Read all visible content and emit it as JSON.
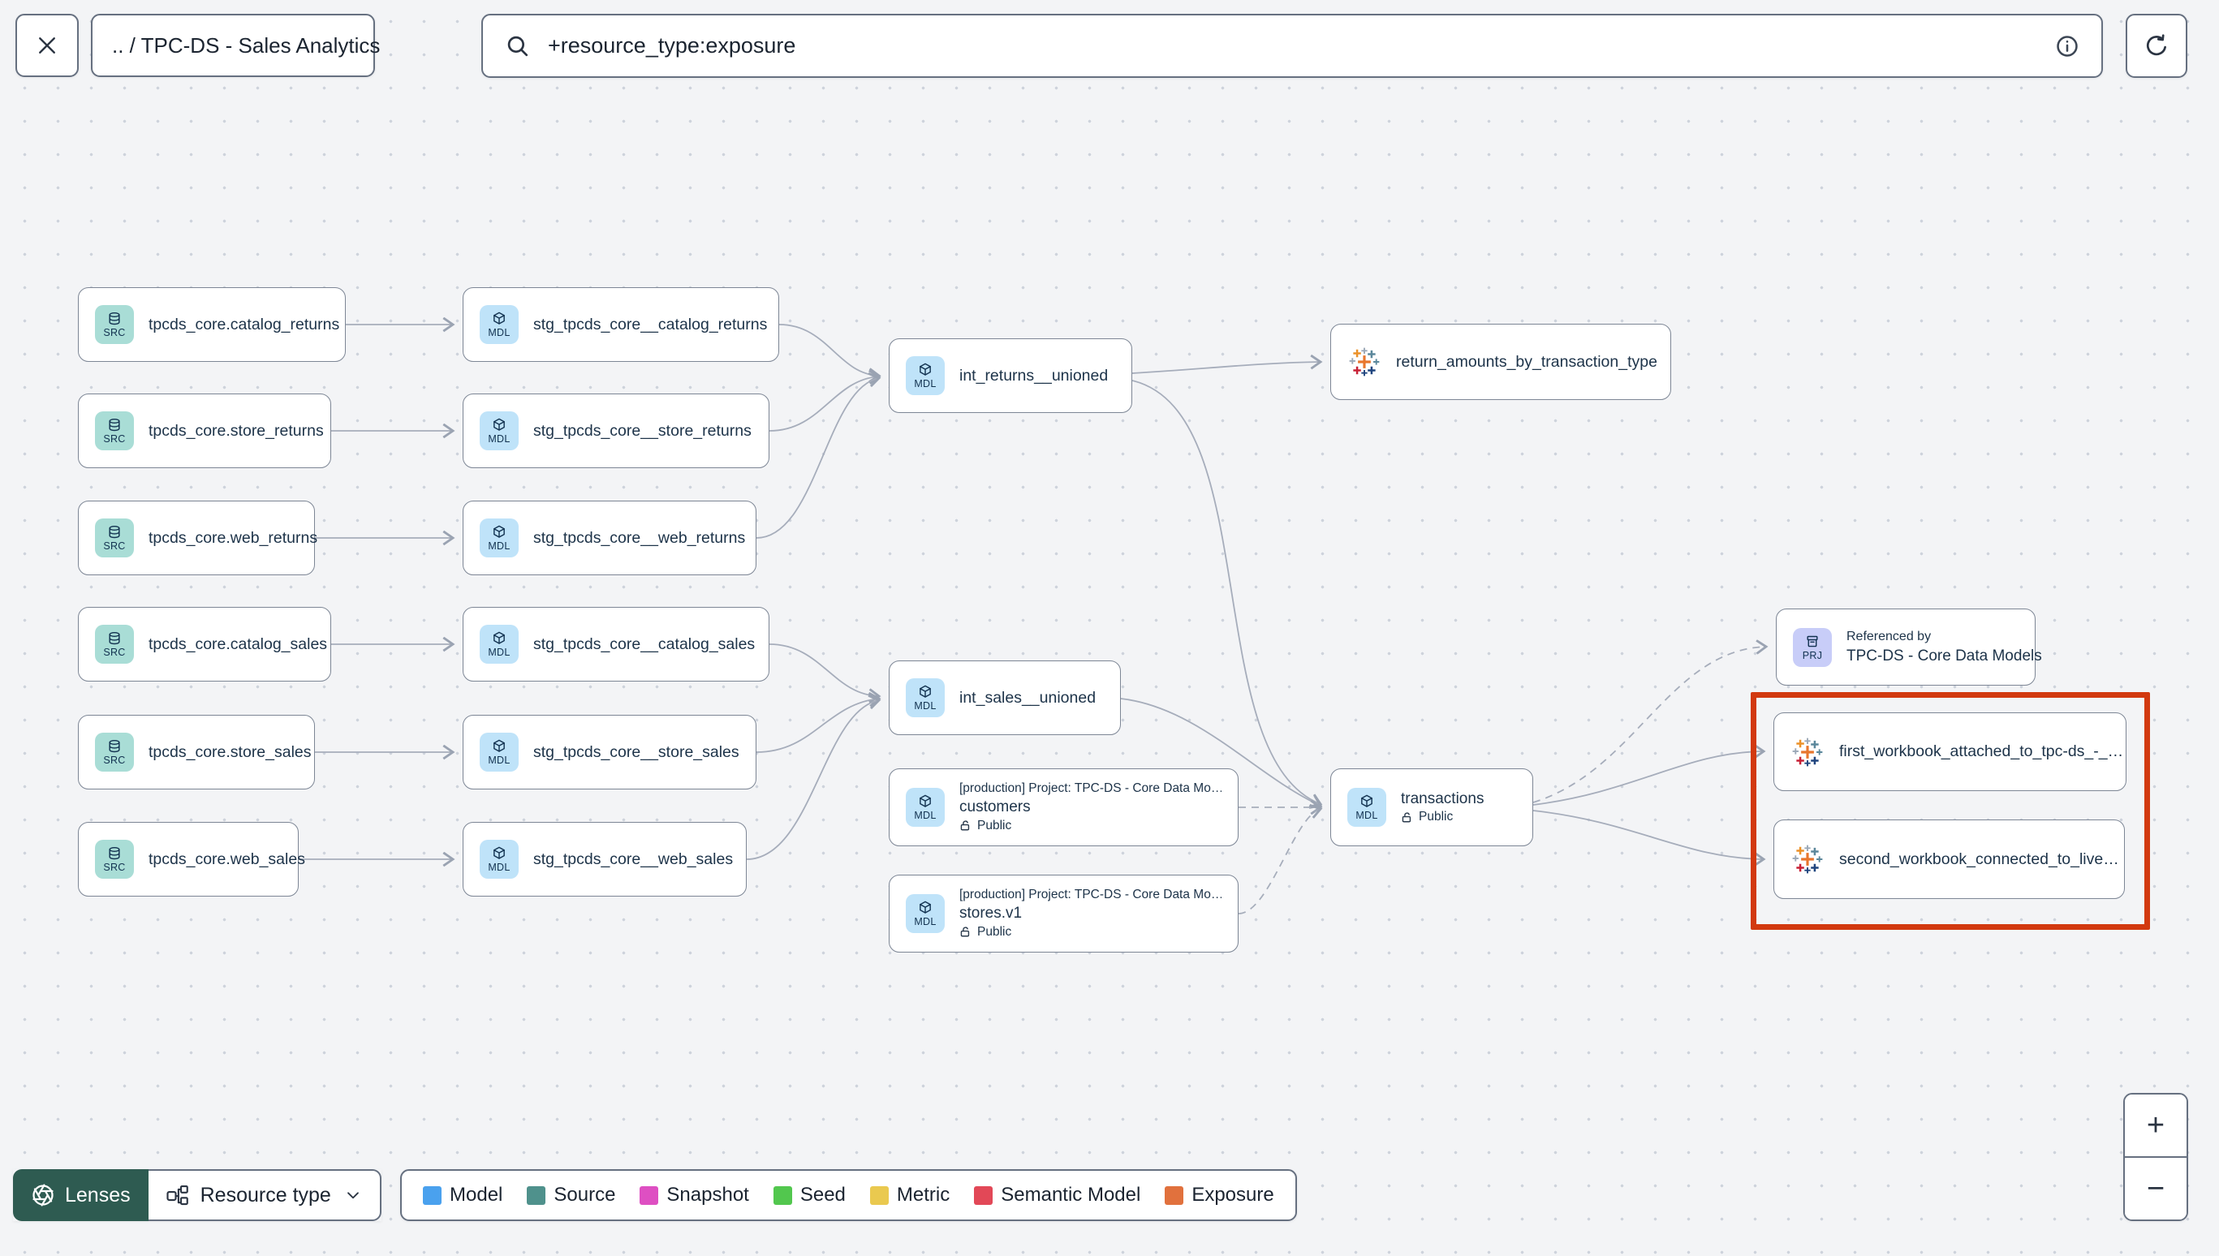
{
  "header": {
    "breadcrumb": ".. / TPC-DS - Sales Analytics",
    "search_value": "+resource_type:exposure"
  },
  "badges": {
    "source": "SRC",
    "model": "MDL",
    "project": "PRJ"
  },
  "nodes": {
    "src_catalog_returns": {
      "label": "tpcds_core.catalog_returns"
    },
    "src_store_returns": {
      "label": "tpcds_core.store_returns"
    },
    "src_web_returns": {
      "label": "tpcds_core.web_returns"
    },
    "src_catalog_sales": {
      "label": "tpcds_core.catalog_sales"
    },
    "src_store_sales": {
      "label": "tpcds_core.store_sales"
    },
    "src_web_sales": {
      "label": "tpcds_core.web_sales"
    },
    "stg_catalog_returns": {
      "label": "stg_tpcds_core__catalog_returns"
    },
    "stg_store_returns": {
      "label": "stg_tpcds_core__store_returns"
    },
    "stg_web_returns": {
      "label": "stg_tpcds_core__web_returns"
    },
    "stg_catalog_sales": {
      "label": "stg_tpcds_core__catalog_sales"
    },
    "stg_store_sales": {
      "label": "stg_tpcds_core__store_sales"
    },
    "stg_web_sales": {
      "label": "stg_tpcds_core__web_sales"
    },
    "int_returns": {
      "label": "int_returns__unioned"
    },
    "int_sales": {
      "label": "int_sales__unioned"
    },
    "customers": {
      "project": "[production] Project: TPC-DS - Core Data Mo…",
      "label": "customers",
      "access": "Public"
    },
    "stores": {
      "project": "[production] Project: TPC-DS - Core Data Mo…",
      "label": "stores.v1",
      "access": "Public"
    },
    "transactions": {
      "label": "transactions",
      "access": "Public"
    },
    "exposure_returns": {
      "label": "return_amounts_by_transaction_type"
    },
    "referenced_by": {
      "title": "Referenced by",
      "label": "TPC-DS - Core Data Models"
    },
    "workbook_first": {
      "label": "first_workbook_attached_to_tpc-ds_-_…"
    },
    "workbook_second": {
      "label": "second_workbook_connected_to_live…"
    }
  },
  "controls": {
    "lenses": "Lenses",
    "resource_type": "Resource type"
  },
  "legend": {
    "items": [
      {
        "label": "Model",
        "color": "#4aa1ee"
      },
      {
        "label": "Source",
        "color": "#4f918c"
      },
      {
        "label": "Snapshot",
        "color": "#de4fc2"
      },
      {
        "label": "Seed",
        "color": "#52c74e"
      },
      {
        "label": "Metric",
        "color": "#eac94f"
      },
      {
        "label": "Semantic Model",
        "color": "#e24857"
      },
      {
        "label": "Exposure",
        "color": "#e1713d"
      }
    ]
  },
  "zoom": {
    "in_label": "+",
    "out_label": "−"
  }
}
